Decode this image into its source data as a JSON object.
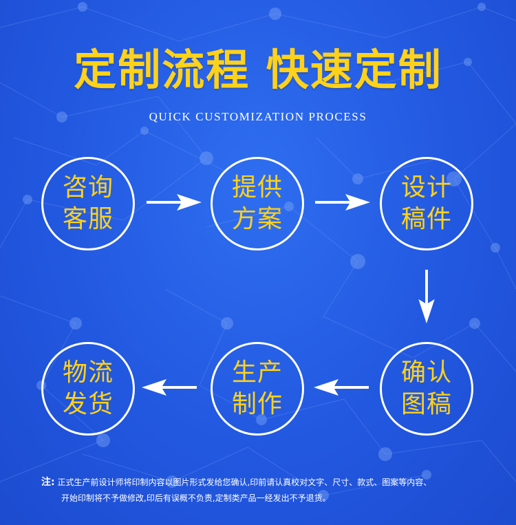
{
  "header": {
    "title": "定制流程 快速定制",
    "subtitle": "QUICK CUSTOMIZATION PROCESS"
  },
  "steps": [
    {
      "line1": "咨询",
      "line2": "客服"
    },
    {
      "line1": "提供",
      "line2": "方案"
    },
    {
      "line1": "设计",
      "line2": "稿件"
    },
    {
      "line1": "确认",
      "line2": "图稿"
    },
    {
      "line1": "生产",
      "line2": "制作"
    },
    {
      "line1": "物流",
      "line2": "发货"
    }
  ],
  "note": {
    "prefix": "注:",
    "line1": "正式生产前设计师将印制内容以图片形式发给您确认,印前请认真校对文字、尺寸、款式、图案等内容、",
    "line2": "开始印制将不予做修改,印后有误概不负责,定制类产品一经发出不予退货。"
  },
  "colors": {
    "background": "#2258e0",
    "title": "#ffd21a",
    "step_text": "#ffd21a",
    "ring": "#ffffff",
    "arrow": "#ffffff"
  }
}
